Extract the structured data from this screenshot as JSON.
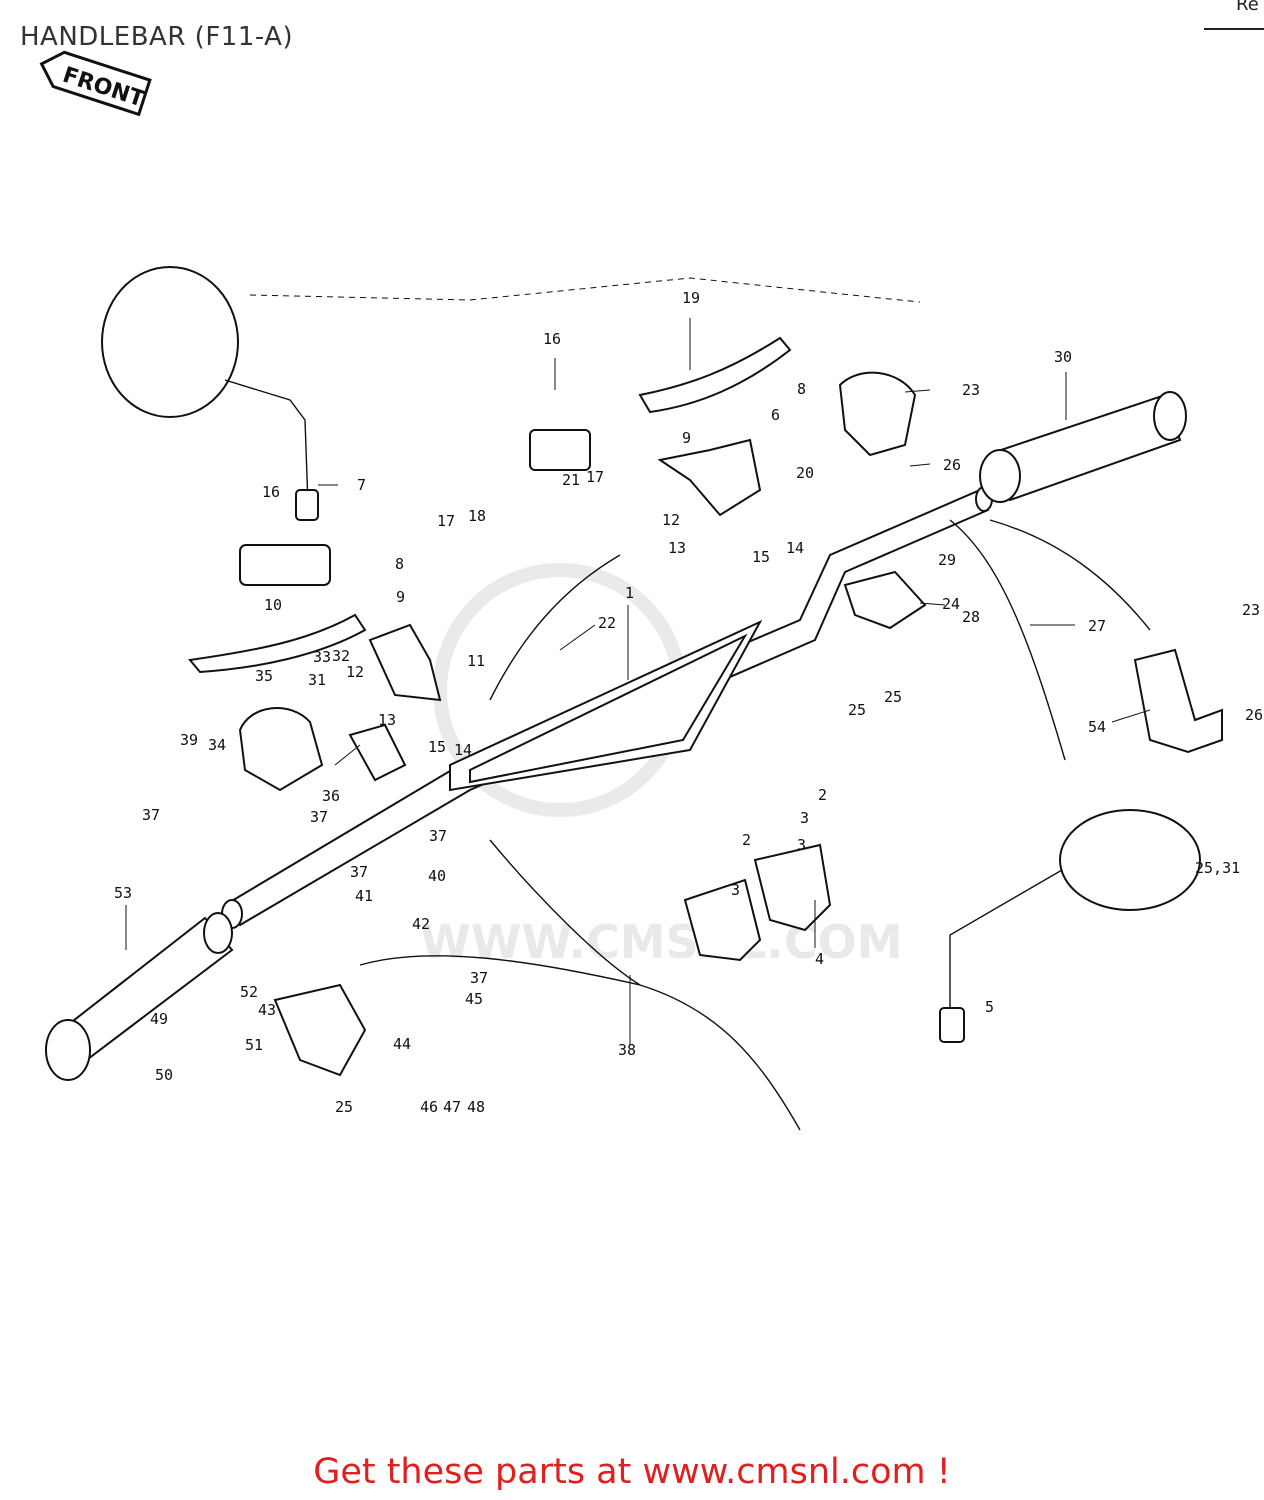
{
  "title": "HANDLEBAR (F11-A)",
  "corner_text": "Re",
  "front_label": "FRONT",
  "watermark": "WWW.CMSNL.COM",
  "footer": "Get these parts at www.cmsnl.com !",
  "callouts": [
    "1",
    "2",
    "2",
    "3",
    "3",
    "3",
    "4",
    "5",
    "6",
    "7",
    "8",
    "8",
    "9",
    "9",
    "10",
    "11",
    "12",
    "12",
    "13",
    "13",
    "14",
    "14",
    "15",
    "15",
    "16",
    "16",
    "17",
    "17",
    "18",
    "19",
    "20",
    "21",
    "22",
    "23",
    "24",
    "25",
    "25",
    "25",
    "26",
    "27",
    "28",
    "29",
    "30",
    "31",
    "32",
    "33",
    "34",
    "35",
    "36",
    "37",
    "37",
    "37",
    "37",
    "37",
    "38",
    "39",
    "40",
    "41",
    "42",
    "43",
    "44",
    "45",
    "46",
    "47",
    "48",
    "49",
    "50",
    "51",
    "52",
    "53",
    "54",
    "25,31",
    "23",
    "26"
  ]
}
